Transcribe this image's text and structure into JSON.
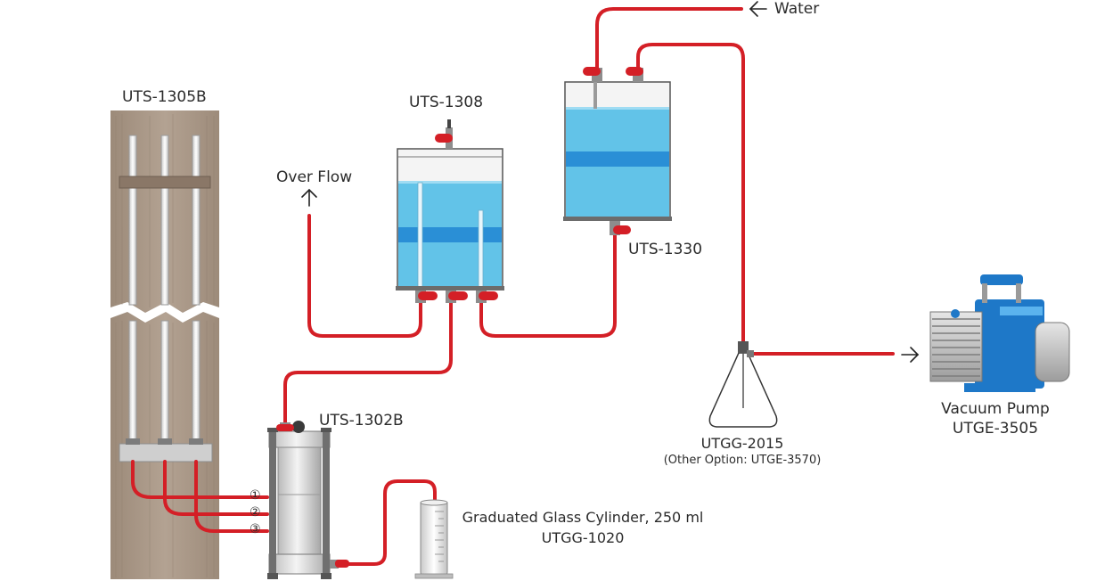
{
  "labels": {
    "board": "UTS-1305B",
    "tank_left": "UTS-1308",
    "tank_right": "UTS-1330",
    "overflow": "Over Flow",
    "water": "Water",
    "cell": "UTS-1302B",
    "cylinder_line1": "Graduated Glass Cylinder, 250 ml",
    "cylinder_line2": "UTGG-1020",
    "flask_line1": "UTGG-2015",
    "flask_line2": "(Other Option: UTGE-3570)",
    "pump_line1": "Vacuum Pump",
    "pump_line2": "UTGE-3505"
  },
  "port_numbers": [
    "①",
    "②",
    "③"
  ],
  "colors": {
    "tube": "#d41f26",
    "water": "#62c3e8",
    "band": "#2a8fd6",
    "board": "#a99887",
    "pump_blue": "#1e78c8"
  }
}
